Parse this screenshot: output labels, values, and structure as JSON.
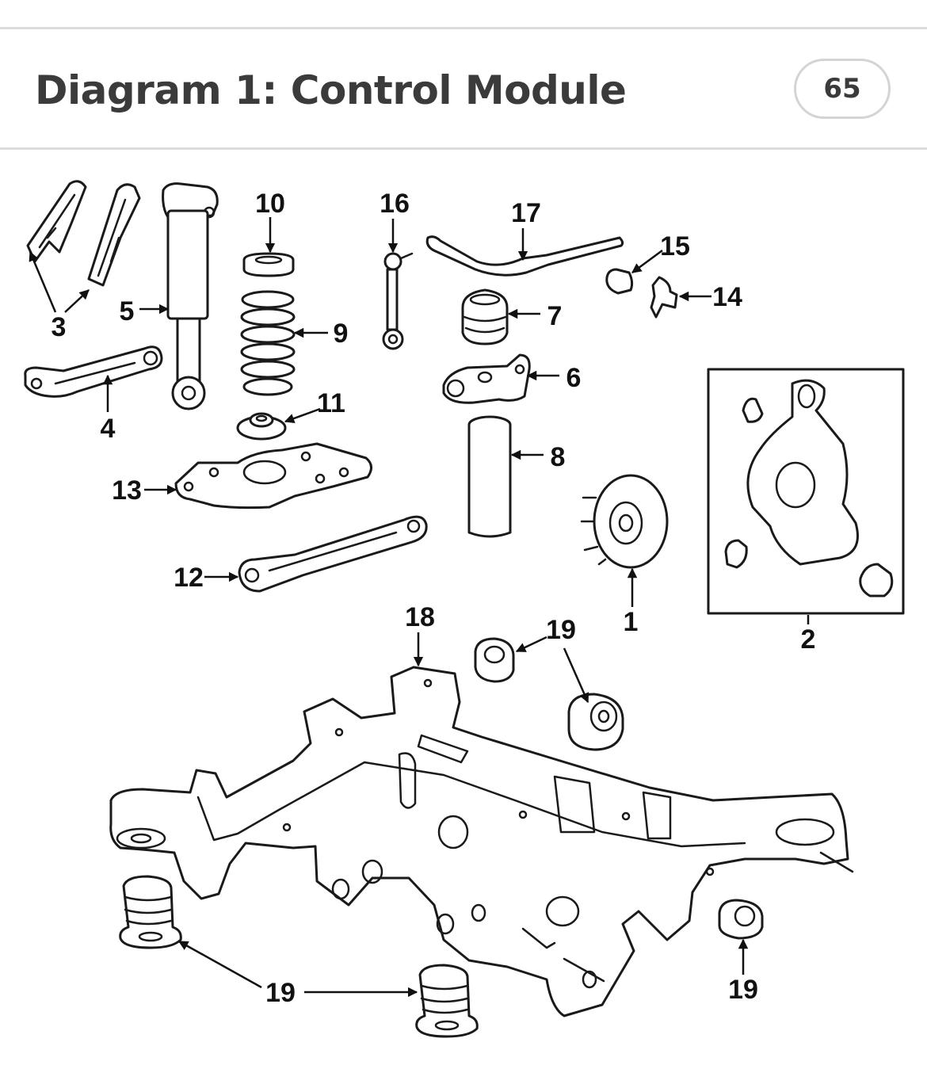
{
  "header": {
    "title": "Diagram 1: Control Module",
    "badge": "65"
  },
  "diagram": {
    "callouts": {
      "c1": "1",
      "c2": "2",
      "c3": "3",
      "c4": "4",
      "c5": "5",
      "c6": "6",
      "c7": "7",
      "c8": "8",
      "c9": "9",
      "c10": "10",
      "c11": "11",
      "c12": "12",
      "c13": "13",
      "c14": "14",
      "c15": "15",
      "c16": "16",
      "c17": "17",
      "c18": "18",
      "c19": "19"
    }
  }
}
